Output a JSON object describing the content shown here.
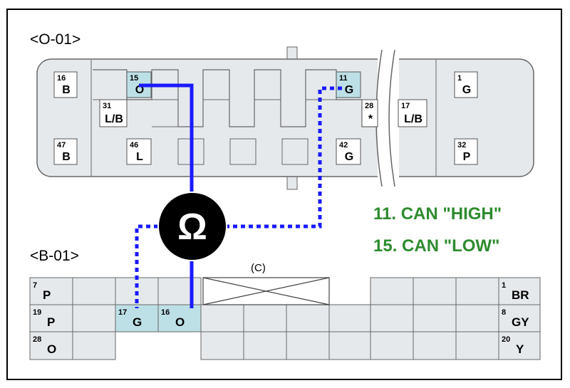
{
  "connectors": {
    "top": {
      "label": "<O-01>"
    },
    "bottom": {
      "label": "<B-01>",
      "section_label": "(C)"
    }
  },
  "top_pins": [
    {
      "num": "16",
      "color": "B",
      "highlight": false
    },
    {
      "num": "15",
      "color": "O",
      "highlight": true
    },
    {
      "num": "11",
      "color": "G",
      "highlight": true
    },
    {
      "num": "1",
      "color": "G",
      "highlight": false
    },
    {
      "num": "31",
      "color": "L/B",
      "highlight": false
    },
    {
      "num": "28",
      "color": "*",
      "highlight": false
    },
    {
      "num": "17",
      "color": "L/B",
      "highlight": false
    },
    {
      "num": "47",
      "color": "B",
      "highlight": false
    },
    {
      "num": "46",
      "color": "L",
      "highlight": false
    },
    {
      "num": "42",
      "color": "G",
      "highlight": false
    },
    {
      "num": "32",
      "color": "P",
      "highlight": false
    }
  ],
  "bottom_pins": [
    {
      "num": "7",
      "color": "P",
      "highlight": false
    },
    {
      "num": "1",
      "color": "BR",
      "highlight": false
    },
    {
      "num": "19",
      "color": "P",
      "highlight": false
    },
    {
      "num": "17",
      "color": "G",
      "highlight": true
    },
    {
      "num": "16",
      "color": "O",
      "highlight": true
    },
    {
      "num": "8",
      "color": "GY",
      "highlight": false
    },
    {
      "num": "28",
      "color": "O",
      "highlight": false
    },
    {
      "num": "20",
      "color": "Y",
      "highlight": false
    }
  ],
  "meter": {
    "symbol": "Ω",
    "icon": "ohmmeter-icon"
  },
  "legend": [
    {
      "text": "11. CAN \"HIGH\""
    },
    {
      "text": "15. CAN \"LOW\""
    }
  ],
  "colors": {
    "wire": "#1a1aff",
    "pin_highlight": "#bde0e6",
    "connector_fill": "#e6e9ec",
    "legend_text": "#2e8b2e",
    "meter_fill": "#000000"
  }
}
